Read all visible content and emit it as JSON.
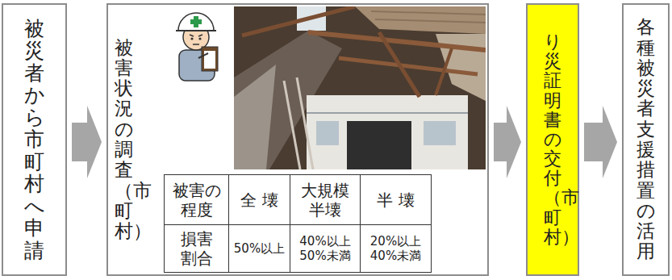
{
  "diagram": {
    "nodes": [
      {
        "text": [
          "被災者から市町村へ申請"
        ]
      },
      {
        "text": [
          "被害状況の調査（市町村）"
        ]
      },
      {
        "text": [
          "り災証明書の交付（市町村）"
        ]
      },
      {
        "text": [
          "各種被災者支援措置の活用"
        ]
      }
    ],
    "edges": [
      {
        "from": 0,
        "to": 1,
        "arrow": "to"
      },
      {
        "from": 1,
        "to": 2,
        "arrow": "to"
      },
      {
        "from": 2,
        "to": 3,
        "arrow": "to"
      }
    ],
    "labels": [
      "被害の 程度",
      "全 壊",
      "大規模 半壊",
      "半 壊",
      "損害 割合",
      "50%以上",
      "40%以上 50%未満",
      "20%以上 40%未満"
    ]
  }
}
